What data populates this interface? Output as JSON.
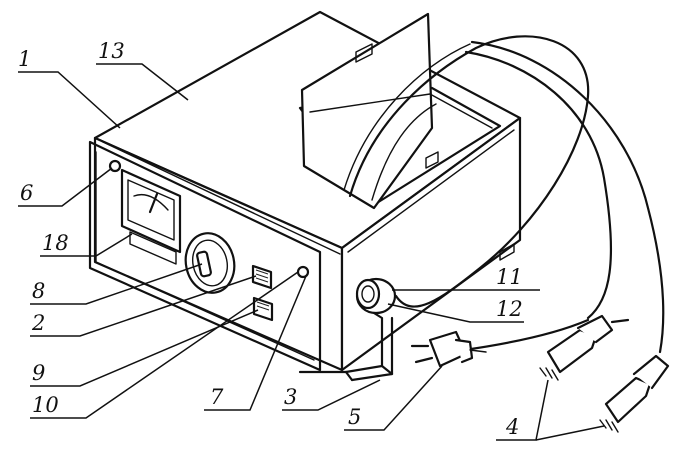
{
  "callouts": [
    {
      "id": "c1",
      "label": "1"
    },
    {
      "id": "c13",
      "label": "13"
    },
    {
      "id": "c6",
      "label": "6"
    },
    {
      "id": "c18",
      "label": "18"
    },
    {
      "id": "c8",
      "label": "8"
    },
    {
      "id": "c2",
      "label": "2"
    },
    {
      "id": "c9",
      "label": "9"
    },
    {
      "id": "c10",
      "label": "10"
    },
    {
      "id": "c7",
      "label": "7"
    },
    {
      "id": "c3",
      "label": "3"
    },
    {
      "id": "c5",
      "label": "5"
    },
    {
      "id": "c11",
      "label": "11"
    },
    {
      "id": "c12",
      "label": "12"
    },
    {
      "id": "c4",
      "label": "4"
    }
  ]
}
